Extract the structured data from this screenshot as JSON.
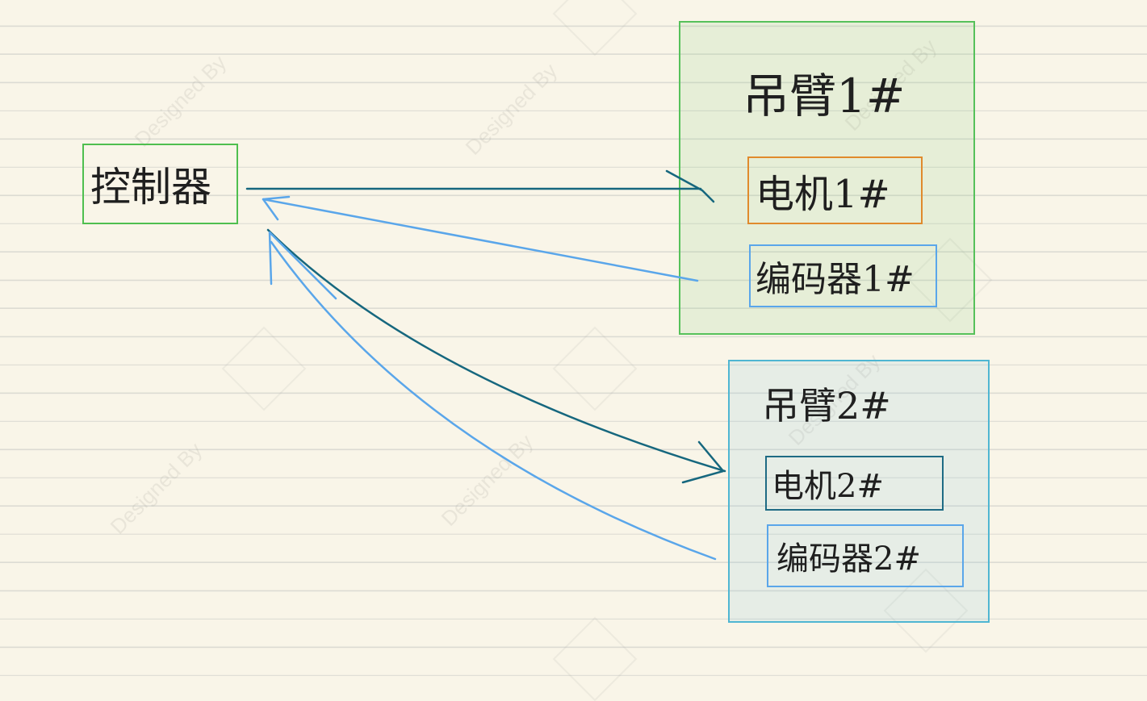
{
  "nodes": {
    "controller": "控制器",
    "boom1_title": "吊臂1#",
    "motor1": "电机1#",
    "encoder1": "编码器1#",
    "boom2_title": "吊臂2#",
    "motor2": "电机2#",
    "encoder2": "编码器2#"
  },
  "edges": [
    {
      "from": "controller",
      "to": "motor1",
      "color": "#16677e"
    },
    {
      "from": "encoder1",
      "to": "controller",
      "color": "#5aa6ea"
    },
    {
      "from": "controller",
      "to": "motor2",
      "color": "#16677e"
    },
    {
      "from": "encoder2",
      "to": "controller",
      "color": "#5aa6ea"
    }
  ],
  "watermark": "Designed By",
  "colors": {
    "background": "#f9f5e8",
    "controller_border": "#4fbf4f",
    "boom1_border": "#56c15a",
    "motor1_border": "#e08a2c",
    "encoder_border": "#5aa6ea",
    "boom2_border": "#4fb6d2",
    "motor2_border": "#1e6b84"
  }
}
